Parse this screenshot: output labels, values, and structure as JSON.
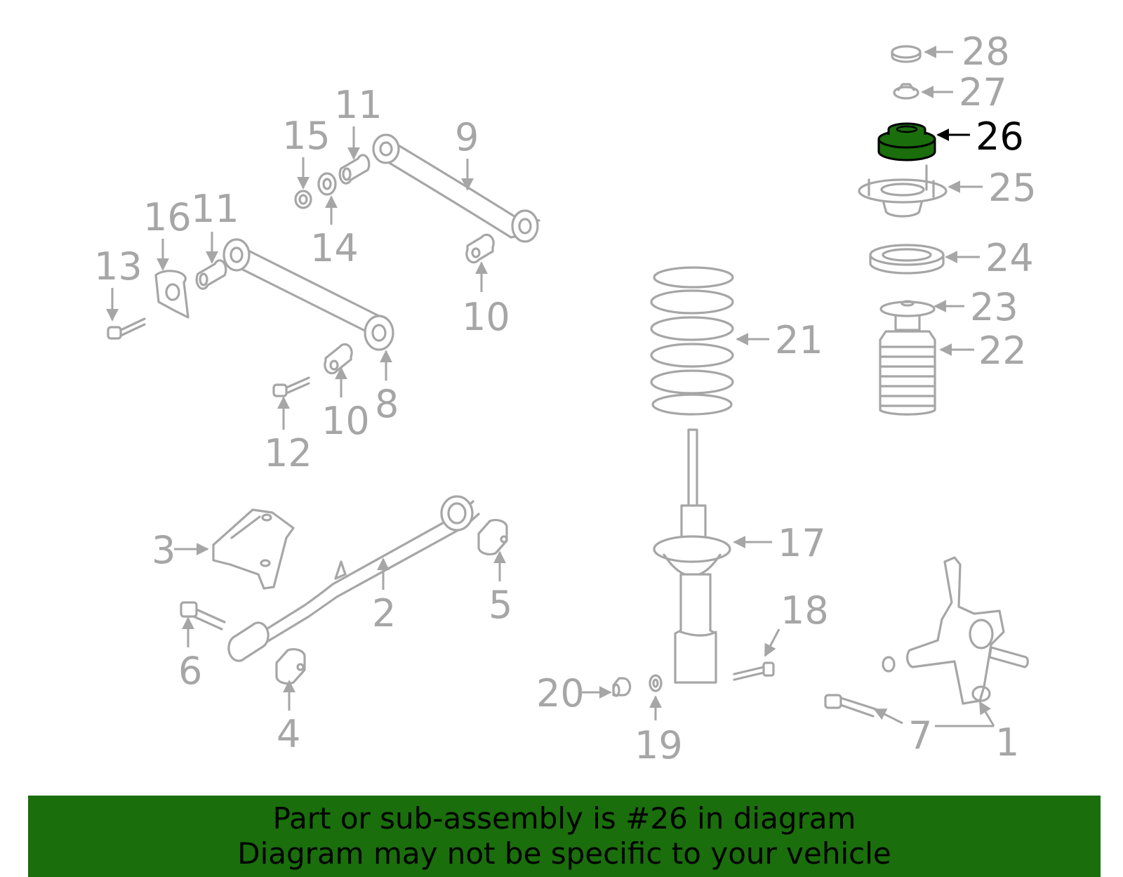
{
  "diagram": {
    "callouts": [
      {
        "id": "1",
        "label": "1"
      },
      {
        "id": "2",
        "label": "2"
      },
      {
        "id": "3",
        "label": "3"
      },
      {
        "id": "4",
        "label": "4"
      },
      {
        "id": "5",
        "label": "5"
      },
      {
        "id": "6",
        "label": "6"
      },
      {
        "id": "7",
        "label": "7"
      },
      {
        "id": "8",
        "label": "8"
      },
      {
        "id": "9",
        "label": "9"
      },
      {
        "id": "10a",
        "label": "10"
      },
      {
        "id": "10b",
        "label": "10"
      },
      {
        "id": "11a",
        "label": "11"
      },
      {
        "id": "11b",
        "label": "11"
      },
      {
        "id": "12",
        "label": "12"
      },
      {
        "id": "13",
        "label": "13"
      },
      {
        "id": "14",
        "label": "14"
      },
      {
        "id": "15",
        "label": "15"
      },
      {
        "id": "16",
        "label": "16"
      },
      {
        "id": "17",
        "label": "17"
      },
      {
        "id": "18",
        "label": "18"
      },
      {
        "id": "19",
        "label": "19"
      },
      {
        "id": "20",
        "label": "20"
      },
      {
        "id": "21",
        "label": "21"
      },
      {
        "id": "22",
        "label": "22"
      },
      {
        "id": "23",
        "label": "23"
      },
      {
        "id": "24",
        "label": "24"
      },
      {
        "id": "25",
        "label": "25"
      },
      {
        "id": "26",
        "label": "26",
        "highlighted": true
      },
      {
        "id": "27",
        "label": "27"
      },
      {
        "id": "28",
        "label": "28"
      }
    ],
    "highlight_color": "#1a6e0c",
    "part_color": "#a6a6a6"
  },
  "banner": {
    "line1": "Part or sub-assembly is #26 in diagram",
    "line2": "Diagram may not be specific to your vehicle",
    "background": "#1a6e0c"
  }
}
